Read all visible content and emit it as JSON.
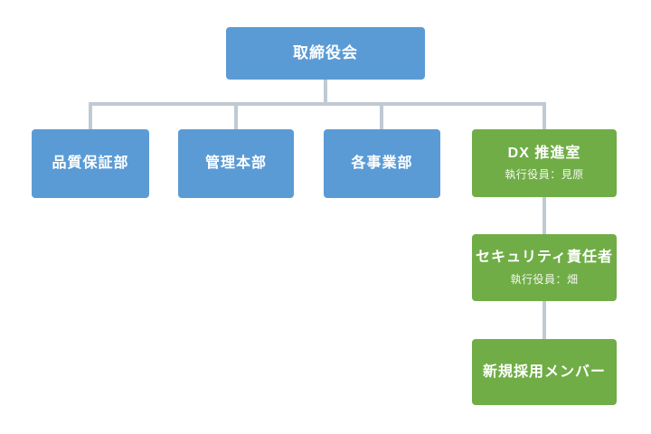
{
  "diagram": {
    "type": "org-chart",
    "colors": {
      "node_blue": "#5B9BD5",
      "node_green": "#70AD47",
      "connector": "#BFCAD3",
      "text": "#FFFFFF",
      "background": "#FFFFFF"
    },
    "root": {
      "label": "取締役会"
    },
    "departments": [
      {
        "label": "品質保証部"
      },
      {
        "label": "管理本部"
      },
      {
        "label": "各事業部"
      },
      {
        "label": "DX 推進室",
        "sublabel": "執行役員：見原"
      }
    ],
    "dx_chain": [
      {
        "label": "セキュリティ責任者",
        "sublabel": "執行役員：畑"
      },
      {
        "label": "新規採用メンバー"
      }
    ]
  }
}
